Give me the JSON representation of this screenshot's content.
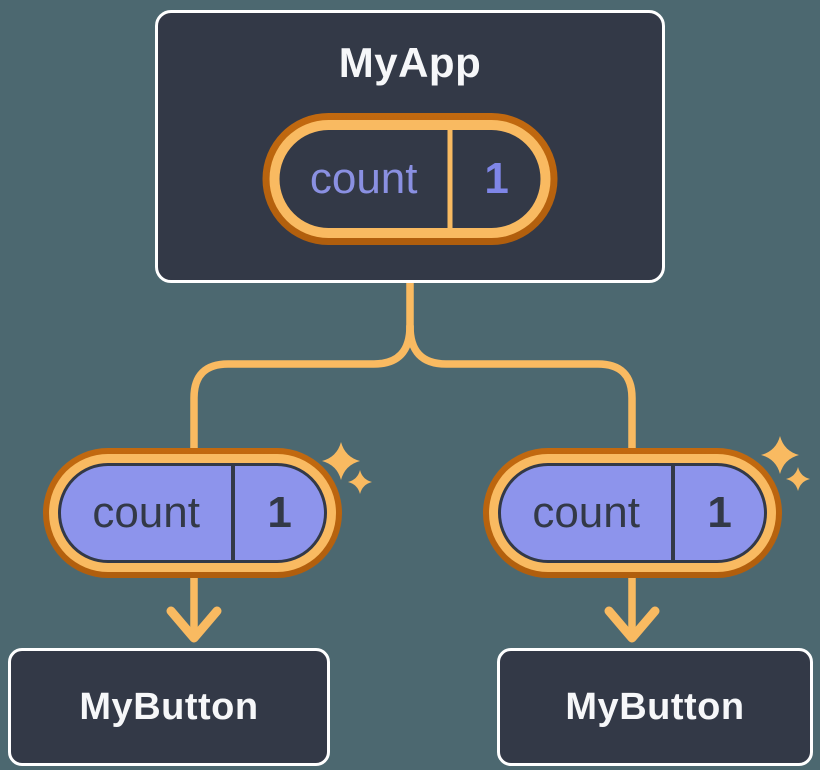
{
  "diagram": {
    "description": "React component tree showing state passed down as props",
    "root": {
      "title": "MyApp",
      "state": {
        "label": "count",
        "value": "1"
      }
    },
    "children": [
      {
        "title": "MyButton",
        "prop": {
          "label": "count",
          "value": "1"
        }
      },
      {
        "title": "MyButton",
        "prop": {
          "label": "count",
          "value": "1"
        }
      }
    ]
  },
  "icons": {
    "sparkle": "sparkle-icon",
    "arrow": "arrow-down-icon"
  },
  "colors": {
    "background": "#4C6870",
    "panel_fill": "#333947",
    "panel_border": "#FFFFFF",
    "text_light": "#F6F7F9",
    "accent_orange": "#F9BA61",
    "accent_orange_dark": "#B9630F",
    "state_label_text": "#8A90E2",
    "state_value_text": "#7F86E8",
    "prop_fill": "#8D94EC",
    "prop_text": "#333947"
  }
}
